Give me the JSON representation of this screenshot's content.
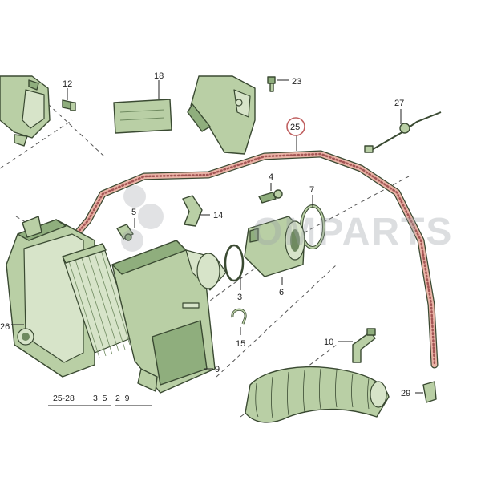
{
  "watermark": "OMPARTS",
  "colors": {
    "part_fill": "#b9cfa5",
    "part_outline": "#3a4a32",
    "hose_fill": "#e9b3a6",
    "hose_stripe": "#a45454"
  },
  "labels": {
    "p12": "12",
    "p18": "18",
    "p23": "23",
    "p25": "25",
    "p27": "27",
    "p4": "4",
    "p7": "7",
    "p5": "5",
    "p14": "14",
    "p3": "3",
    "p6": "6",
    "p26": "26",
    "p15": "15",
    "p10": "10",
    "p9": "9",
    "p29": "29",
    "bottom_group_a": "25-28",
    "bottom_group_b": "3  5",
    "bottom_group_c": "2  9"
  }
}
